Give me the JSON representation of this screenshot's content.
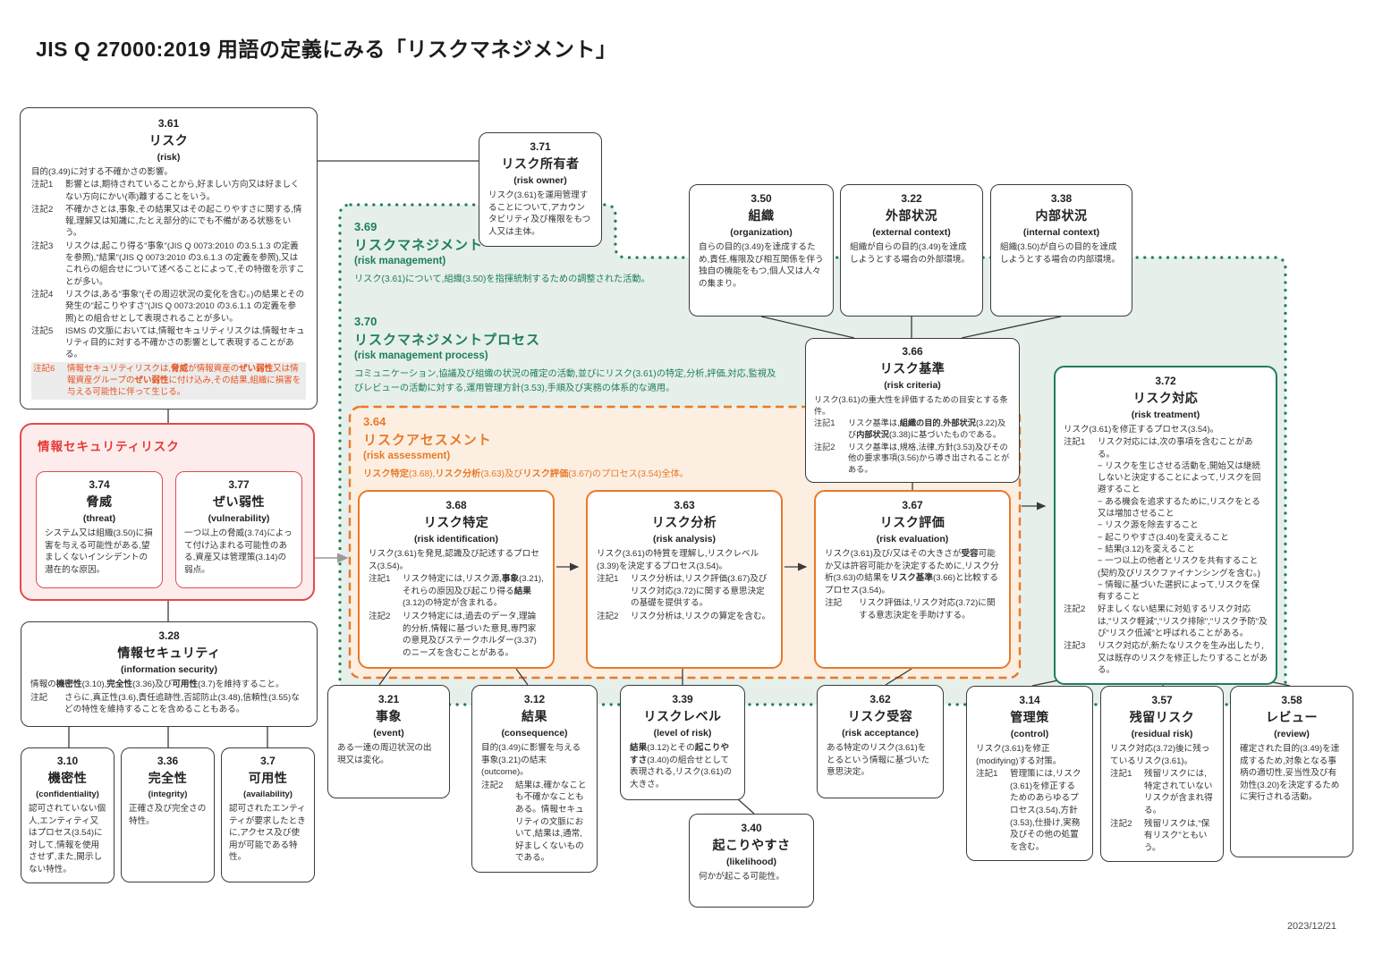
{
  "title": "JIS Q 27000:2019 用語の定義にみる「リスクマネジメント」",
  "date": "2023/12/21",
  "colors": {
    "green": "#1d7f57",
    "green_bg": "#e6efe9",
    "orange": "#e8792a",
    "orange_bg": "#fcefe1",
    "red": "#e14b4d",
    "red_bg": "#fdecec",
    "highlight_text": "#e8521c",
    "highlight_bg": "#ececec"
  },
  "regions": {
    "risk_management": {
      "id": "3.69",
      "name": "リスクマネジメント",
      "en": "(risk management)",
      "desc": "リスク(3.61)について,組織(3.50)を指揮統制するための調整された活動。"
    },
    "risk_management_process": {
      "id": "3.70",
      "name": "リスクマネジメントプロセス",
      "en": "(risk management process)",
      "desc": "コミュニケーション,協議及び組織の状況の確定の活動,並びにリスク(3.61)の特定,分析,評価,対応,監視及びレビューの活動に対する,運用管理方針(3.53),手順及び実務の体系的な適用。"
    },
    "risk_assessment": {
      "id": "3.64",
      "name": "リスクアセスメント",
      "en": "(risk assessment)",
      "desc": "**リスク特定**(3.68),**リスク分析**(3.63)及び**リスク評価**(3.67)のプロセス(3.54)全体。"
    },
    "infosec_risk_label": "情報セキュリティリスク"
  },
  "boxes": {
    "risk": {
      "id": "3.61",
      "name": "リスク",
      "en": "(risk)",
      "lead": "目的(3.49)に対する不確かさの影響。",
      "notes": [
        {
          "label": "注記1",
          "text": "影響とは,期待されていることから,好ましい方向又は好ましくない方向にかい(乖)離することをいう。"
        },
        {
          "label": "注記2",
          "text": "不確かさとは,事象,その結果又はその起こりやすさに関する,情報,理解又は知識に,たとえ部分的にでも不備がある状態をいう。"
        },
        {
          "label": "注記3",
          "text": "リスクは,起こり得る\"事象\"(JIS Q 0073:2010 の3.5.1.3 の定義を参照),\"結果\"(JIS Q 0073:2010 の3.6.1.3 の定義を参照),又はこれらの組合せについて述べることによって,その特徴を示すことが多い。"
        },
        {
          "label": "注記4",
          "text": "リスクは,ある\"事象\"(その周辺状況の変化を含む。)の結果とその発生の\"起こりやすさ\"(JIS Q 0073:2010 の3.6.1.1 の定義を参照)との組合せとして表現されることが多い。"
        },
        {
          "label": "注記5",
          "text": "ISMS の文脈においては,情報セキュリティリスクは,情報セキュリティ目的に対する不確かさの影響として表現することがある。"
        },
        {
          "label": "注記6",
          "text": "情報セキュリティリスクは,**脅威**が情報資産の**ぜい弱性**又は情報資産グループの**ぜい弱性**に付け込み,その結果,組織に損害を与える可能性に伴って生じる。"
        }
      ]
    },
    "risk_owner": {
      "id": "3.71",
      "name": "リスク所有者",
      "en": "(risk owner)",
      "lead": "リスク(3.61)を運用管理することについて,アカウンタビリティ及び権限をもつ人又は主体。"
    },
    "organization": {
      "id": "3.50",
      "name": "組織",
      "en": "(organization)",
      "lead": "自らの目的(3.49)を達成するため,責任,権限及び相互関係を伴う独自の機能をもつ,個人又は人々の集まり。"
    },
    "external_context": {
      "id": "3.22",
      "name": "外部状況",
      "en": "(external context)",
      "lead": "組織が自らの目的(3.49)を達成しようとする場合の外部環境。"
    },
    "internal_context": {
      "id": "3.38",
      "name": "内部状況",
      "en": "(internal context)",
      "lead": "組織(3.50)が自らの目的を達成しようとする場合の内部環境。"
    },
    "risk_criteria": {
      "id": "3.66",
      "name": "リスク基準",
      "en": "(risk criteria)",
      "lead": "リスク(3.61)の重大性を評価するための目安とする条件。",
      "notes": [
        {
          "label": "注記1",
          "text": "リスク基準は,**組織の目的**,**外部状況**(3.22)及び**内部状況**(3.38)に基づいたものである。"
        },
        {
          "label": "注記2",
          "text": "リスク基準は,規格,法律,方針(3.53)及びその他の要求事項(3.56)から導き出されることがある。"
        }
      ]
    },
    "risk_treatment": {
      "id": "3.72",
      "name": "リスク対応",
      "en": "(risk treatment)",
      "lead": "リスク(3.61)を修正するプロセス(3.54)。",
      "note1_label": "注記1",
      "note1": "リスク対応には,次の事項を含むことがある。",
      "items": [
        "リスクを生じさせる活動を,開始又は継続しないと決定することによって,リスクを回避すること",
        "ある機会を追求するために,リスクをとる又は増加させること",
        "リスク源を除去すること",
        "起こりやすさ(3.40)を変えること",
        "結果(3.12)を変えること",
        "一つ以上の他者とリスクを共有すること(契約及びリスクファイナンシングを含む。)",
        "情報に基づいた選択によって,リスクを保有すること"
      ],
      "note2_label": "注記2",
      "note2": "好ましくない結果に対処するリスク対応は,\"リスク軽減\",\"リスク排除\",\"リスク予防\"及び\"リスク低減\"と呼ばれることがある。",
      "note3_label": "注記3",
      "note3": "リスク対応が,新たなリスクを生み出したり,又は既存のリスクを修正したりすることがある。"
    },
    "risk_identification": {
      "id": "3.68",
      "name": "リスク特定",
      "en": "(risk identification)",
      "lead": "リスク(3.61)を発見,認識及び記述するプロセス(3.54)。",
      "notes": [
        {
          "label": "注記1",
          "text": "リスク特定には,リスク源,**事象**(3.21),それらの原因及び起こり得る**結果**(3.12)の特定が含まれる。"
        },
        {
          "label": "注記2",
          "text": "リスク特定には,過去のデータ,理論的分析,情報に基づいた意見,専門家の意見及びステークホルダー(3.37)のニーズを含むことがある。"
        }
      ]
    },
    "risk_analysis": {
      "id": "3.63",
      "name": "リスク分析",
      "en": "(risk analysis)",
      "lead": "リスク(3.61)の特質を理解し,リスクレベル(3.39)を決定するプロセス(3.54)。",
      "notes": [
        {
          "label": "注記1",
          "text": "リスク分析は,リスク評価(3.67)及びリスク対応(3.72)に関する意思決定の基礎を提供する。"
        },
        {
          "label": "注記2",
          "text": "リスク分析は,リスクの算定を含む。"
        }
      ]
    },
    "risk_evaluation": {
      "id": "3.67",
      "name": "リスク評価",
      "en": "(risk evaluation)",
      "lead": "リスク(3.61)及び/又はその大きさが**受容**可能か又は許容可能かを決定するために,リスク分析(3.63)の結果を**リスク基準**(3.66)と比較するプロセス(3.54)。",
      "notes": [
        {
          "label": "注記",
          "text": "リスク評価は,リスク対応(3.72)に関する意志決定を手助けする。"
        }
      ]
    },
    "threat": {
      "id": "3.74",
      "name": "脅威",
      "en": "(threat)",
      "lead": "システム又は組織(3.50)に損害を与える可能性がある,望ましくないインシデントの潜在的な原因。"
    },
    "vulnerability": {
      "id": "3.77",
      "name": "ぜい弱性",
      "en": "(vulnerability)",
      "lead": "一つ以上の脅威(3.74)によって付け込まれる可能性のある,資産又は管理策(3.14)の弱点。"
    },
    "information_security": {
      "id": "3.28",
      "name": "情報セキュリティ",
      "en": "(information security)",
      "lead": "情報の**機密性**(3.10),**完全性**(3.36)及び**可用性**(3.7)を維持すること。",
      "notes": [
        {
          "label": "注記",
          "text": "さらに,真正性(3.6),責任追跡性,否認防止(3.48),信頼性(3.55)などの特性を維持することを含めることもある。"
        }
      ]
    },
    "confidentiality": {
      "id": "3.10",
      "name": "機密性",
      "en": "(confidentiality)",
      "lead": "認可されていない個人,エンティティ又はプロセス(3.54)に対して,情報を使用させず,また,開示しない特性。"
    },
    "integrity": {
      "id": "3.36",
      "name": "完全性",
      "en": "(integrity)",
      "lead": "正確さ及び完全さの特性。"
    },
    "availability": {
      "id": "3.7",
      "name": "可用性",
      "en": "(availability)",
      "lead": "認可されたエンティティが要求したときに,アクセス及び使用が可能である特性。"
    },
    "event": {
      "id": "3.21",
      "name": "事象",
      "en": "(event)",
      "lead": "ある一連の周辺状況の出現又は変化。"
    },
    "consequence": {
      "id": "3.12",
      "name": "結果",
      "en": "(consequence)",
      "lead": "目的(3.49)に影響を与える事象(3.21)の結末(outcome)。",
      "notes": [
        {
          "label": "注記2",
          "text": "結果は,確かなことも不確かなこともある。情報セキュリティの文脈において,結果は,通常,好ましくないものである。"
        }
      ]
    },
    "level_of_risk": {
      "id": "3.39",
      "name": "リスクレベル",
      "en": "(level of risk)",
      "lead": "**結果**(3.12)とその**起こりやすさ**(3.40)の組合せとして表現される,リスク(3.61)の大きさ。"
    },
    "likelihood": {
      "id": "3.40",
      "name": "起こりやすさ",
      "en": "(likelihood)",
      "lead": "何かが起こる可能性。"
    },
    "risk_acceptance": {
      "id": "3.62",
      "name": "リスク受容",
      "en": "(risk acceptance)",
      "lead": "ある特定のリスク(3.61)をとるという情報に基づいた意思決定。"
    },
    "control": {
      "id": "3.14",
      "name": "管理策",
      "en": "(control)",
      "lead": "リスク(3.61)を修正(modifying)する対策。",
      "notes": [
        {
          "label": "注記1",
          "text": "管理策には,リスク(3.61)を修正するためのあらゆるプロセス(3.54),方針(3.53),仕掛け,実務及びその他の処置を含む。"
        }
      ]
    },
    "residual_risk": {
      "id": "3.57",
      "name": "残留リスク",
      "en": "(residual risk)",
      "lead": "リスク対応(3.72)後に残っているリスク(3.61)。",
      "notes": [
        {
          "label": "注記1",
          "text": "残留リスクには,特定されていないリスクが含まれ得る。"
        },
        {
          "label": "注記2",
          "text": "残留リスクは,\"保有リスク\"ともいう。"
        }
      ]
    },
    "review": {
      "id": "3.58",
      "name": "レビュー",
      "en": "(review)",
      "lead": "確定された目的(3.49)を達成するため,対象となる事柄の適切性,妥当性及び有効性(3.20)を決定するために実行される活動。"
    }
  }
}
